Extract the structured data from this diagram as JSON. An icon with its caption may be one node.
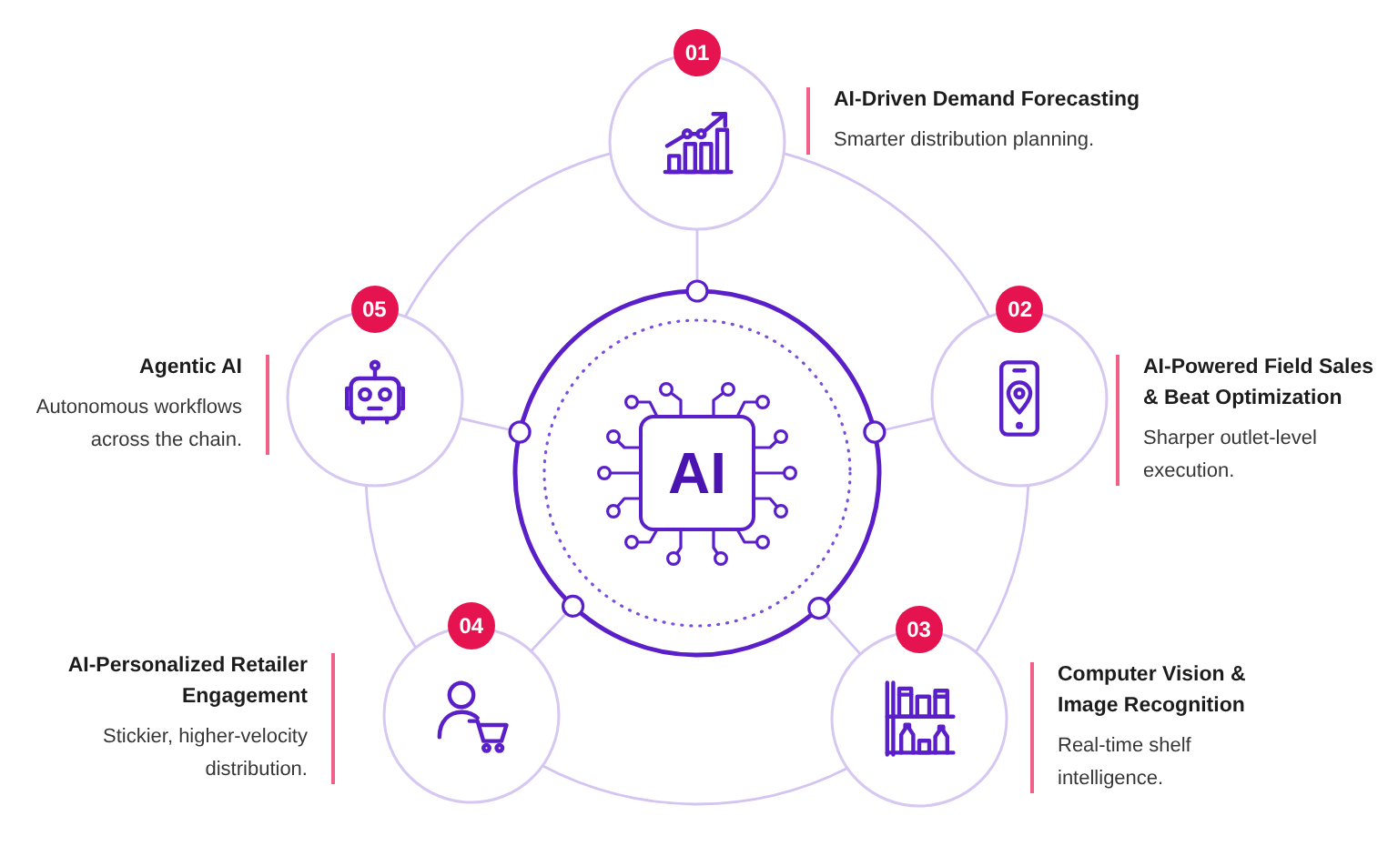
{
  "diagram": {
    "nodes": [
      {
        "text": [
          "AI"
        ]
      },
      {
        "text": [
          "01"
        ],
        "beside": [
          "AI-Driven Demand Forecasting",
          "Smarter distribution planning."
        ]
      },
      {
        "text": [
          "02"
        ],
        "beside": [
          "AI-Powered Field Sales & Beat Optimization",
          "Sharper outlet-level execution."
        ]
      },
      {
        "text": [
          "03"
        ],
        "beside": [
          "Computer Vision & Image Recognition",
          "Real-time shelf intelligence."
        ]
      },
      {
        "text": [
          "04"
        ],
        "beside": [
          "AI-Personalized Retailer Engagement",
          "Stickier, higher-velocity distribution."
        ]
      },
      {
        "text": [
          "05"
        ],
        "beside": [
          "Agentic AI",
          "Autonomous workflows across the chain."
        ]
      }
    ],
    "edges": [
      {
        "from": 0,
        "to": 1,
        "arrow": "other"
      },
      {
        "from": 0,
        "to": 2,
        "arrow": "other"
      },
      {
        "from": 0,
        "to": 3,
        "arrow": "other"
      },
      {
        "from": 0,
        "to": 4,
        "arrow": "other"
      },
      {
        "from": 0,
        "to": 5,
        "arrow": "other"
      },
      {
        "from": 1,
        "to": 2,
        "arrow": "none"
      },
      {
        "from": 2,
        "to": 3,
        "arrow": "none"
      },
      {
        "from": 3,
        "to": 4,
        "arrow": "none"
      },
      {
        "from": 4,
        "to": 5,
        "arrow": "none"
      },
      {
        "from": 5,
        "to": 1,
        "arrow": "none"
      }
    ]
  }
}
